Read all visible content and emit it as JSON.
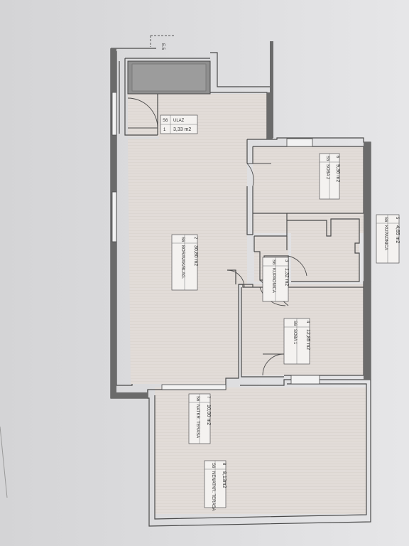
{
  "sheet_ref": "E.5",
  "rooms": [
    {
      "key": "ulaz",
      "code": "S6",
      "num": "1",
      "name": "ULAZ",
      "area": "3,33 m2"
    },
    {
      "key": "boravak",
      "code": "S6",
      "num": "2",
      "name": "BORAVAK/BLAG.",
      "area": "30,80 m2"
    },
    {
      "key": "kupaonica",
      "code": "S6",
      "num": "3",
      "name": "KUPAONICA",
      "area": "1,32 m2"
    },
    {
      "key": "soba1",
      "code": "S6",
      "num": "4",
      "name": "SOBA 1",
      "area": "12,85 m2"
    },
    {
      "key": "kupaona",
      "code": "S6",
      "num": "5",
      "name": "KUPAONICA",
      "area": "4,65 m2"
    },
    {
      "key": "soba2",
      "code": "S5",
      "num": "6",
      "name": "SOBA 2",
      "area": "9,36 m2"
    },
    {
      "key": "terasa",
      "code": "S6",
      "num": "7",
      "name": "NATKR. TERASA",
      "area": "10,00 m2"
    },
    {
      "key": "terasa2",
      "code": "S6",
      "num": "8",
      "name": "NENATKR. TERASA",
      "area": "8,13m2"
    }
  ]
}
